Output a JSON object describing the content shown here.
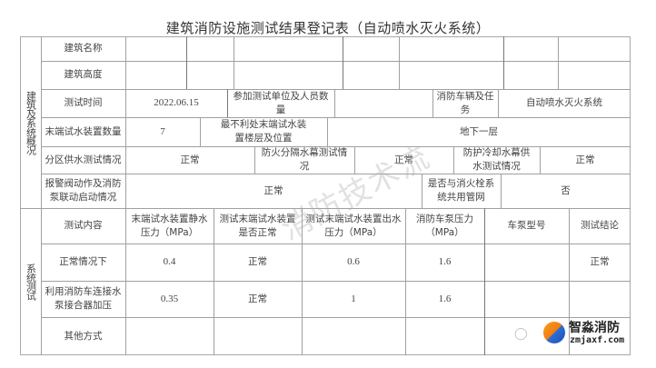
{
  "title": "建筑消防设施测试结果登记表（自动喷水灭火系统）",
  "sections": {
    "overview": "建筑及系统概况",
    "system_test": "系统测试"
  },
  "overview": {
    "building_name_label": "建筑名称",
    "building_height_label": "建筑高度",
    "test_time_label": "测试时间",
    "test_time_value": "2022.06.15",
    "participants_label": "参加测试单位及人员数量",
    "participants_value": "",
    "fire_vehicle_label": "消防车辆及任务",
    "fire_vehicle_value": "自动喷水灭火系统",
    "end_test_device_count_label": "末端试水装置数量",
    "end_test_device_count_value": "7",
    "worst_location_label": "最不利处末端试水装置楼层及位置",
    "worst_location_value": "地下一层",
    "zone_supply_label": "分区供水测试情况",
    "zone_supply_value": "正常",
    "fire_curtain_label": "防火分隔水幕测试情况",
    "fire_curtain_value": "正常",
    "cooling_curtain_label": "防护冷却水幕供水测试情况",
    "cooling_curtain_value": "正常",
    "alarm_valve_label": "报警阀动作及消防泵联动启动情况",
    "alarm_valve_value": "正常",
    "shared_pipe_label": "是否与消火栓系统共用管网",
    "shared_pipe_value": "否"
  },
  "test_table": {
    "headers": [
      "测试内容",
      "末端试水装置静水压力（MPa）",
      "测试末端试水装置是否正常",
      "测试末端试水装置出水压力（MPa）",
      "消防车泵压力（MPa）",
      "车泵型号",
      "测试结论"
    ],
    "rows": [
      [
        "正常情况下",
        "0.4",
        "正常",
        "0.6",
        "1.6",
        "",
        "正常"
      ],
      [
        "利用消防车连接水泵接合器加压",
        "0.35",
        "正常",
        "1",
        "1.6",
        "",
        ""
      ],
      [
        "其他方式",
        "",
        "",
        "",
        "",
        "",
        ""
      ]
    ]
  },
  "watermark": "消防技术流",
  "logo": {
    "name": "智淼消防",
    "domain": "zmjaxf.com"
  }
}
